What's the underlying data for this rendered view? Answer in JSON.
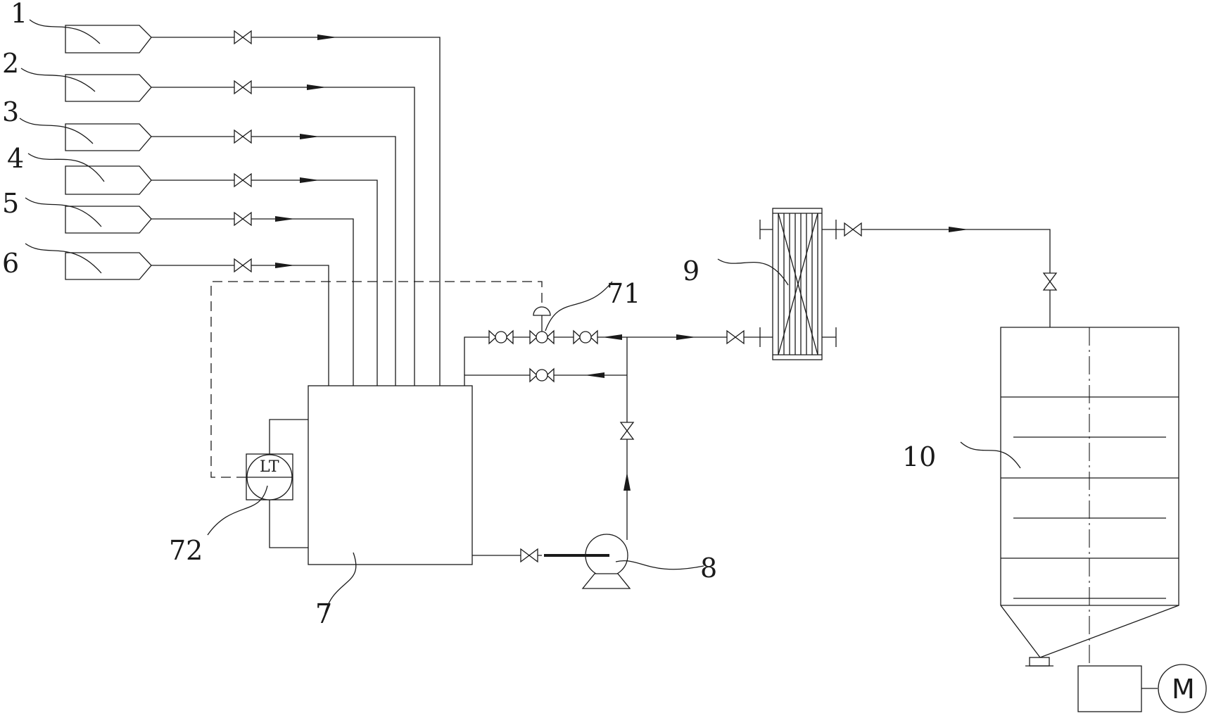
{
  "labels": {
    "source_1": "1",
    "source_2": "2",
    "source_3": "3",
    "source_4": "4",
    "source_5": "5",
    "source_6": "6",
    "tank": "7",
    "control_valve": "71",
    "level_transmitter": "72",
    "pump": "8",
    "filter": "9",
    "settler": "10"
  },
  "instrument_text": {
    "level_transmitter": "LT",
    "motor": "M"
  }
}
